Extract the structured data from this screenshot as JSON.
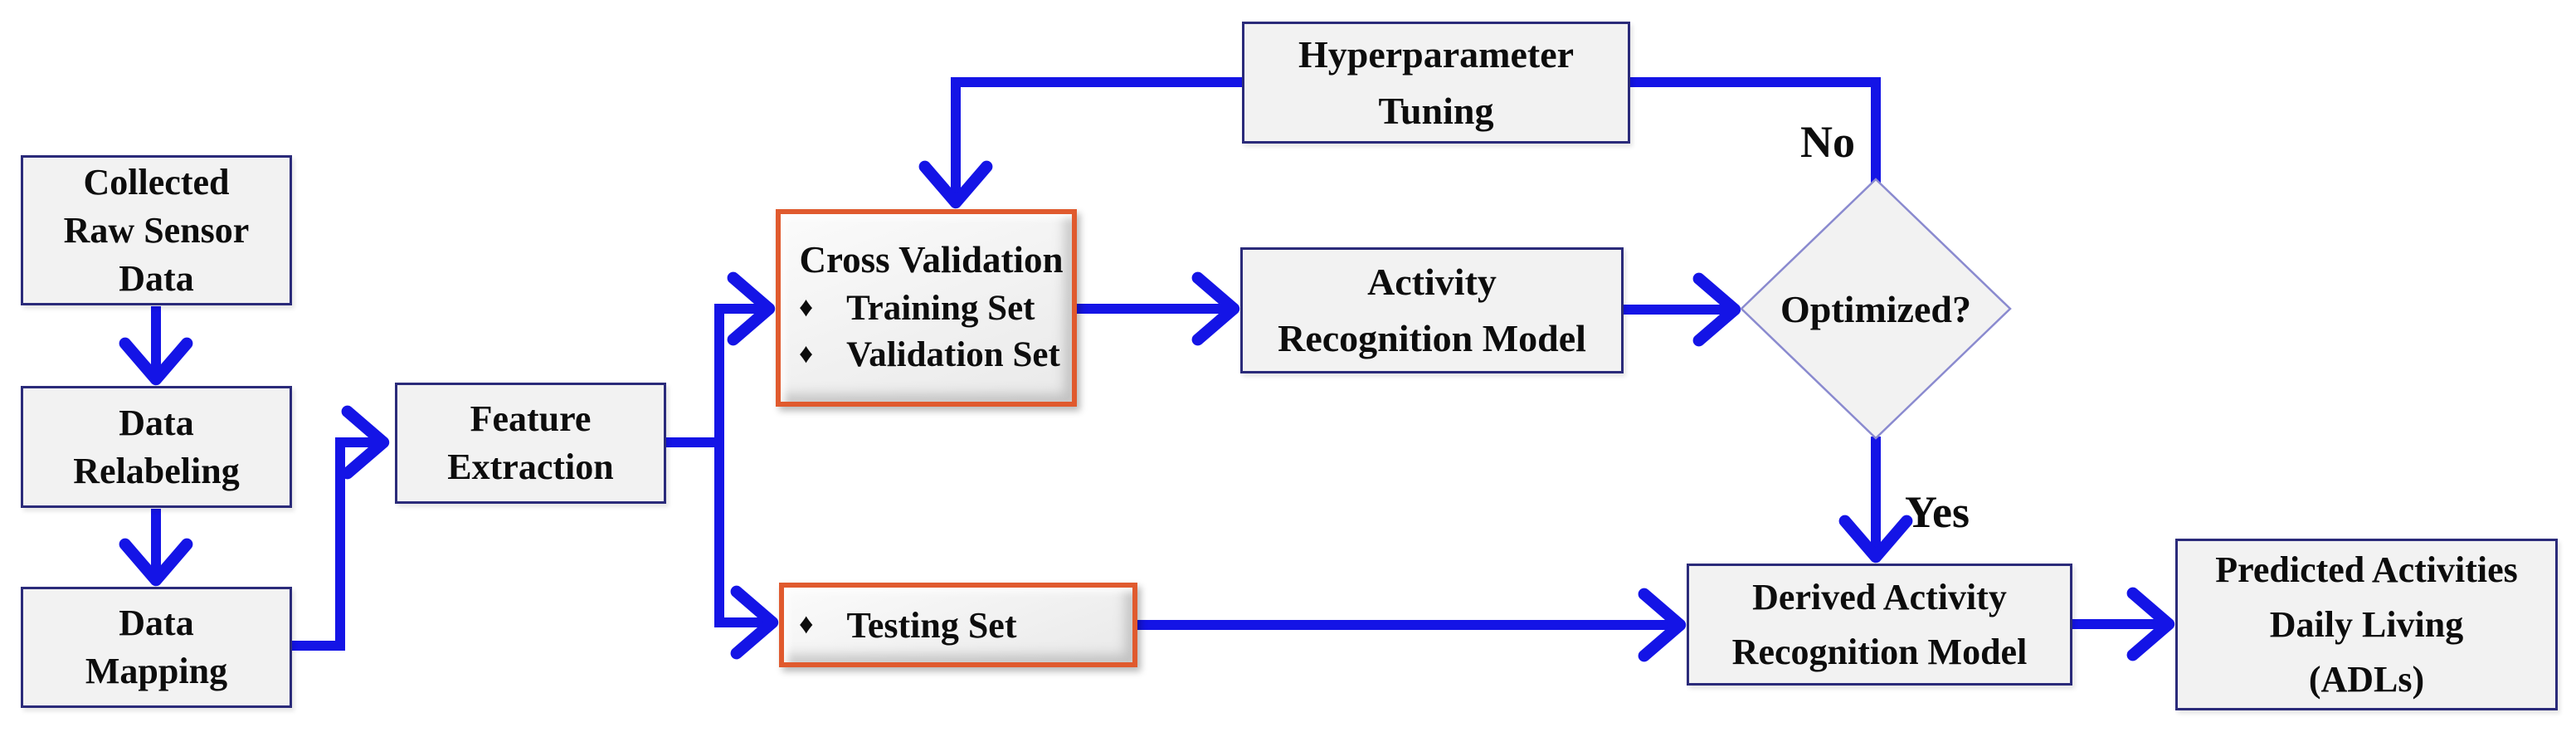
{
  "colors": {
    "arrow_blue": "#1414E6",
    "border_navy": "#2B2B7A",
    "diamond_stroke": "#8A8ACF",
    "node_fill": "#F2F2F2",
    "orange_border": "#E05A2E",
    "text_color": "#0D0D0D",
    "page_bg": "#FFFFFF"
  },
  "icons": {
    "diamond_bullet": "♦"
  },
  "labels": {
    "no": "No",
    "yes": "Yes"
  },
  "nodes": {
    "collected": {
      "label": "Collected\nRaw Sensor\nData"
    },
    "relabeling": {
      "label": "Data\nRelabeling"
    },
    "mapping": {
      "label": "Data\nMapping"
    },
    "feature": {
      "label": "Feature\nExtraction"
    },
    "cross_validation": {
      "title": "Cross Validation",
      "items": [
        "Training Set",
        "Validation Set"
      ]
    },
    "testing": {
      "label": "Testing Set"
    },
    "activity_model": {
      "label": "Activity\nRecognition Model"
    },
    "hyperparameter": {
      "label": "Hyperparameter\nTuning"
    },
    "decision": {
      "label": "Optimized?"
    },
    "derived_model": {
      "label": "Derived Activity\nRecognition Model"
    },
    "predicted": {
      "label": "Predicted Activities\nDaily Living\n(ADLs)"
    }
  }
}
